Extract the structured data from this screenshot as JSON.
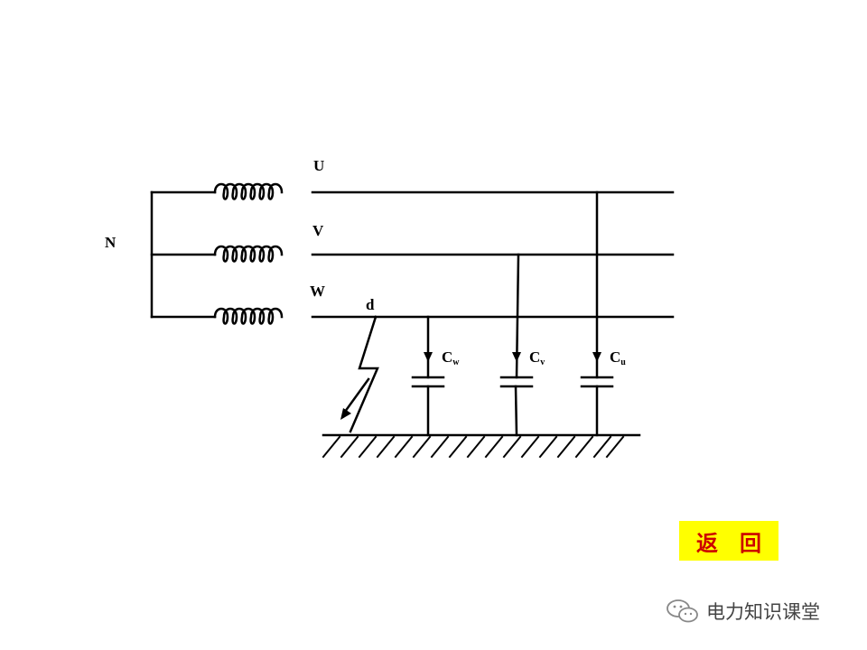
{
  "diagram": {
    "phases": {
      "u": "U",
      "v": "V",
      "w": "W"
    },
    "neutral": "N",
    "fault_point": "d",
    "capacitors": [
      {
        "letter": "C",
        "sub": "w"
      },
      {
        "letter": "C",
        "sub": "v"
      },
      {
        "letter": "C",
        "sub": "u"
      }
    ]
  },
  "navigation": {
    "return_label": "返    回"
  },
  "watermark": {
    "text": "电力知识课堂",
    "icon": "wechat-icon"
  },
  "colors": {
    "return_bg": "#ffff00",
    "return_text": "#cc0000",
    "lines": "#000000"
  }
}
